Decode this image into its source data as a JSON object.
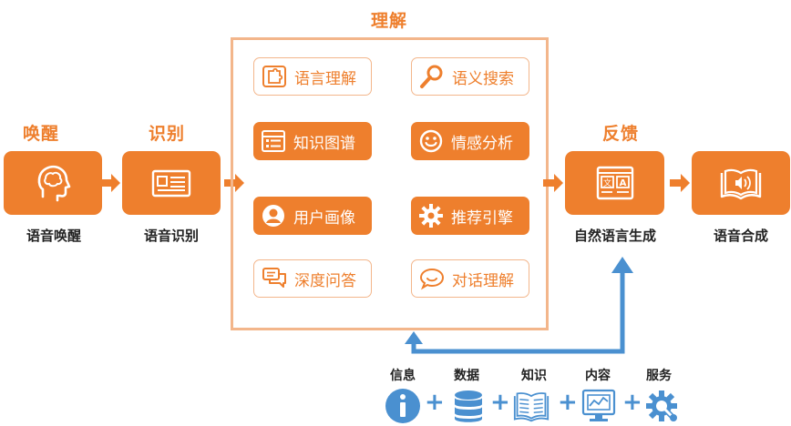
{
  "stages": {
    "wake": {
      "title": "唤醒",
      "label": "语音唤醒",
      "icon": "head-brain-icon"
    },
    "recognize": {
      "title": "识别",
      "label": "语音识别",
      "icon": "text-card-icon"
    },
    "understand": {
      "title": "理解"
    },
    "feedback": {
      "title": "反馈",
      "label": "自然语言生成",
      "icon": "translate-window-icon"
    },
    "synthesis": {
      "label": "语音合成",
      "icon": "speaker-book-icon"
    }
  },
  "understand_items": [
    {
      "label": "语言理解",
      "icon": "puzzle-icon",
      "style": "outline"
    },
    {
      "label": "语义搜索",
      "icon": "magnifier-icon",
      "style": "outline"
    },
    {
      "label": "知识图谱",
      "icon": "list-icon",
      "style": "filled"
    },
    {
      "label": "情感分析",
      "icon": "smiley-icon",
      "style": "filled"
    },
    {
      "label": "用户画像",
      "icon": "user-icon",
      "style": "filled"
    },
    {
      "label": "推荐引擎",
      "icon": "gear-icon",
      "style": "filled"
    },
    {
      "label": "深度问答",
      "icon": "chat-bubbles-icon",
      "style": "outline"
    },
    {
      "label": "对话理解",
      "icon": "speech-bubble-icon",
      "style": "outline"
    }
  ],
  "resources": [
    {
      "label": "信息",
      "icon": "info-icon"
    },
    {
      "label": "数据",
      "icon": "database-icon"
    },
    {
      "label": "知识",
      "icon": "book-icon"
    },
    {
      "label": "内容",
      "icon": "monitor-icon"
    },
    {
      "label": "服务",
      "icon": "service-gear-icon"
    }
  ],
  "colors": {
    "accent": "#ee7f2d",
    "accent_light": "#f3b68b",
    "flow_blue": "#4a90d0"
  }
}
